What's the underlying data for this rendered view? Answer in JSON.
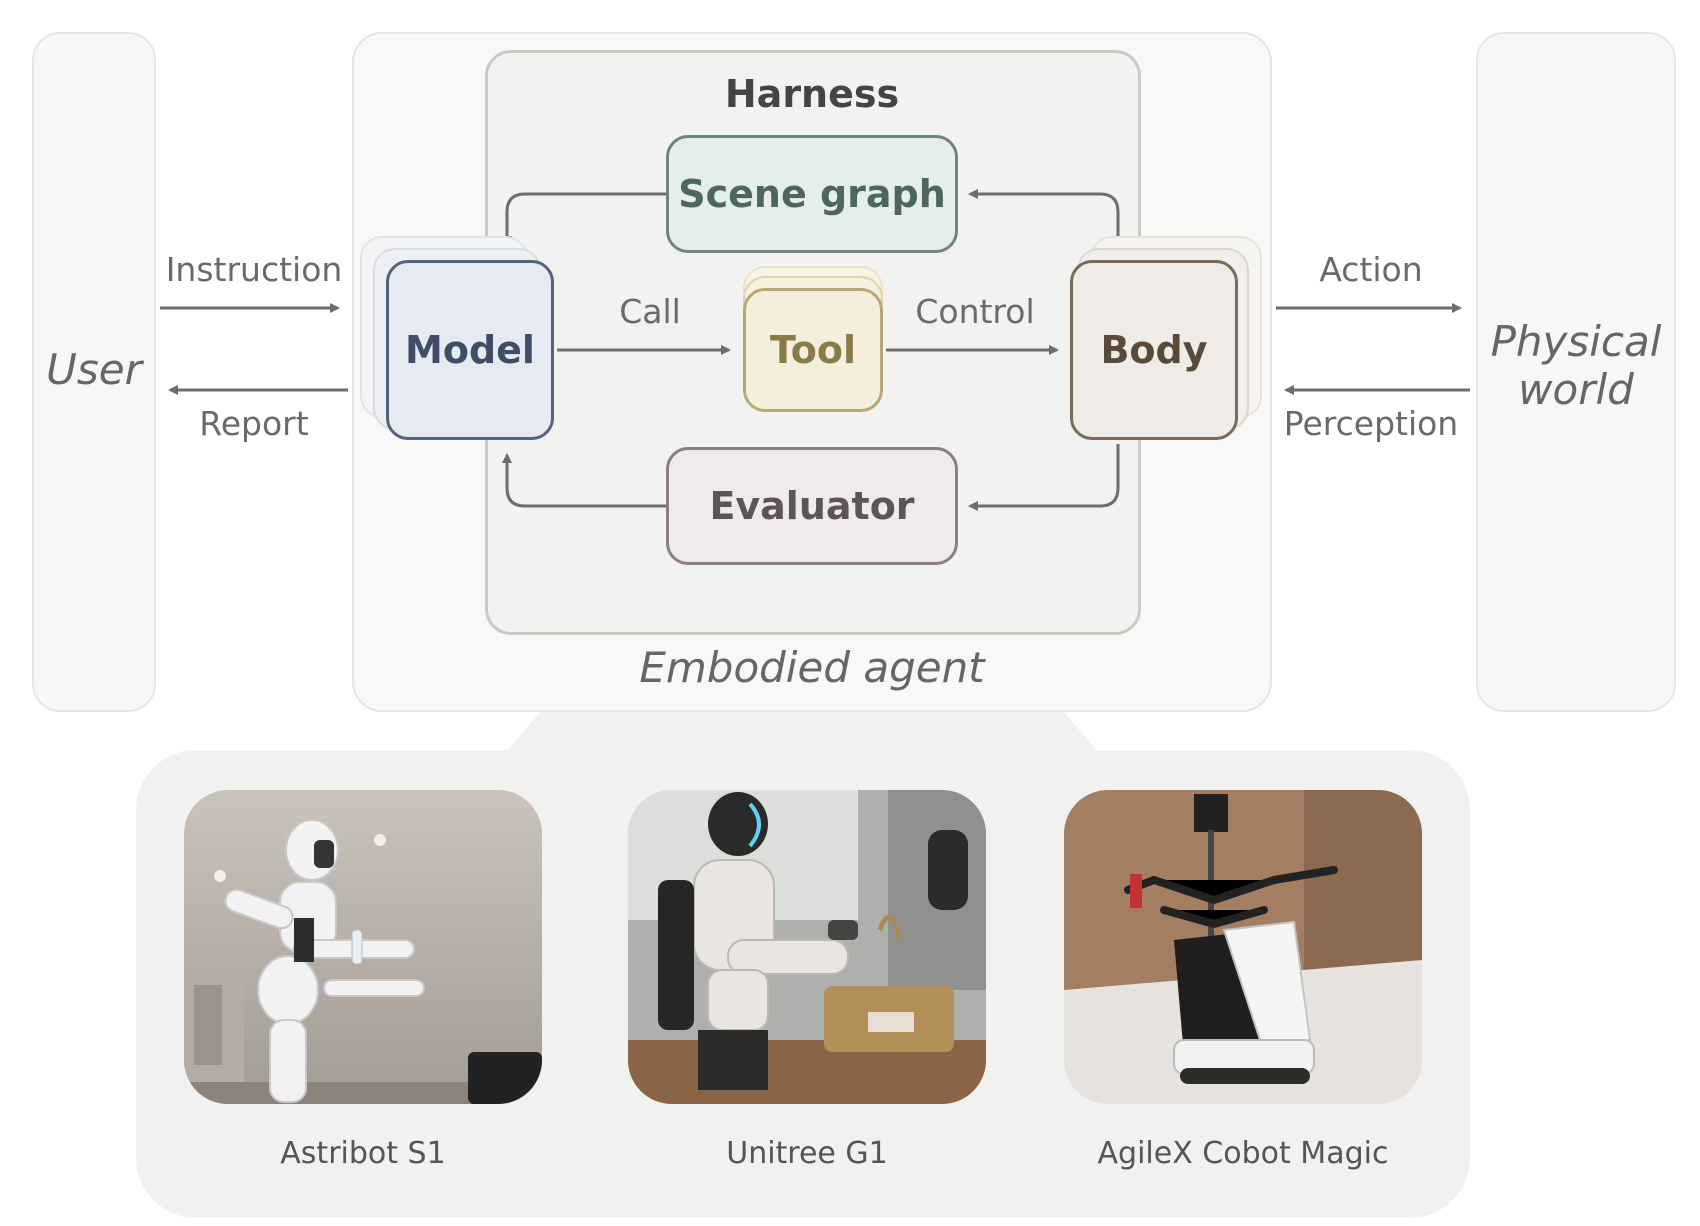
{
  "diagram": {
    "user": "User",
    "physical_world": "Physical world",
    "embodied_agent": "Embodied agent",
    "harness": "Harness",
    "nodes": {
      "scene_graph": "Scene graph",
      "model": "Model",
      "tool": "Tool",
      "body": "Body",
      "evaluator": "Evaluator"
    },
    "edges": {
      "instruction": "Instruction",
      "report": "Report",
      "call": "Call",
      "control": "Control",
      "action": "Action",
      "perception": "Perception"
    },
    "colors": {
      "scene_graph_fill": "#e6eeeb",
      "scene_graph_border": "#6f8580",
      "model_fill": "#e6eaf1",
      "model_border": "#55647e",
      "tool_fill": "#f4efdc",
      "tool_border": "#b8a876",
      "body_fill": "#efebe6",
      "body_border": "#7a6a5a",
      "evaluator_fill": "#efebec",
      "evaluator_border": "#8b7f82",
      "arrow": "#6d6d6d"
    }
  },
  "robots": [
    {
      "name": "Astribot S1"
    },
    {
      "name": "Unitree G1"
    },
    {
      "name": "AgileX Cobot Magic"
    }
  ]
}
